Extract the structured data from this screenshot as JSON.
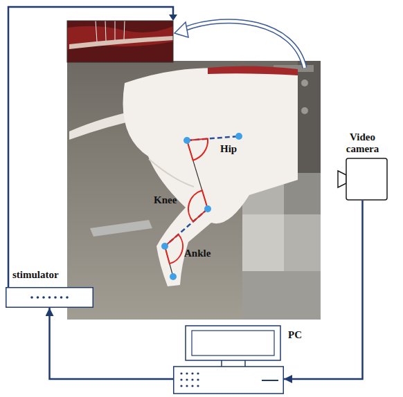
{
  "diagram": {
    "nodes": [
      {
        "text": [
          "Video camera"
        ]
      },
      {
        "text": [
          "stimulator"
        ]
      },
      {
        "text": [
          "PC"
        ]
      }
    ],
    "edges": [
      {
        "from": 0,
        "to": 2,
        "arrow": "to"
      },
      {
        "from": 2,
        "to": 1,
        "arrow": "to"
      }
    ],
    "labels": [
      "Hip",
      "Knee",
      "Ankle"
    ]
  }
}
